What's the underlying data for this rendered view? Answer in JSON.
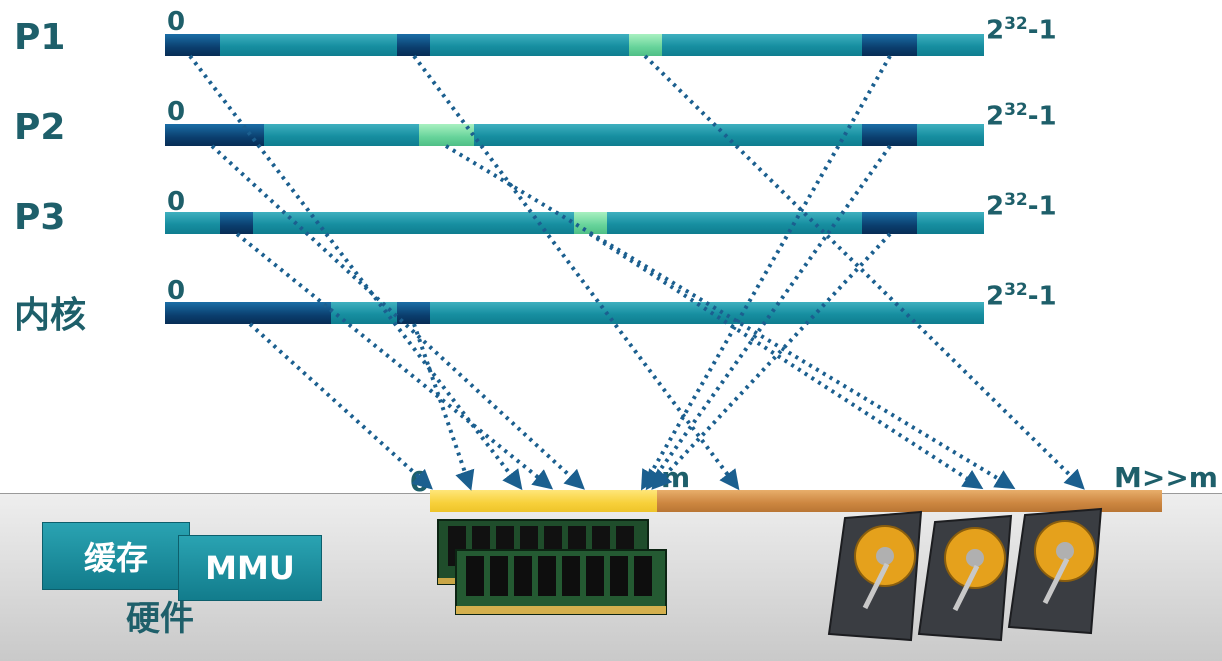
{
  "processes": [
    {
      "label": "P1",
      "start": "0",
      "end_base": "2",
      "end_exp": "32",
      "end_suffix": "-1"
    },
    {
      "label": "P2",
      "start": "0",
      "end_base": "2",
      "end_exp": "32",
      "end_suffix": "-1"
    },
    {
      "label": "P3",
      "start": "0",
      "end_base": "2",
      "end_exp": "32",
      "end_suffix": "-1"
    },
    {
      "label": "内核",
      "start": "0",
      "end_base": "2",
      "end_exp": "32",
      "end_suffix": "-1"
    }
  ],
  "memory": {
    "start_label": "0",
    "ram_end_label": "m",
    "disk_end_label": "M>>m"
  },
  "hardware": {
    "cache_label": "缓存",
    "mmu_label": "MMU",
    "group_label": "硬件"
  },
  "colors": {
    "address_bar": "#178fa1",
    "mapped_page": "#0b3f6f",
    "swapped_page": "#66d39a",
    "ram": "#f7d03a",
    "disk": "#cc8640",
    "arrow": "#1b5f8f",
    "label": "#1e5f6a"
  },
  "icons": [
    "ram-module-icon",
    "hard-disk-icon"
  ]
}
